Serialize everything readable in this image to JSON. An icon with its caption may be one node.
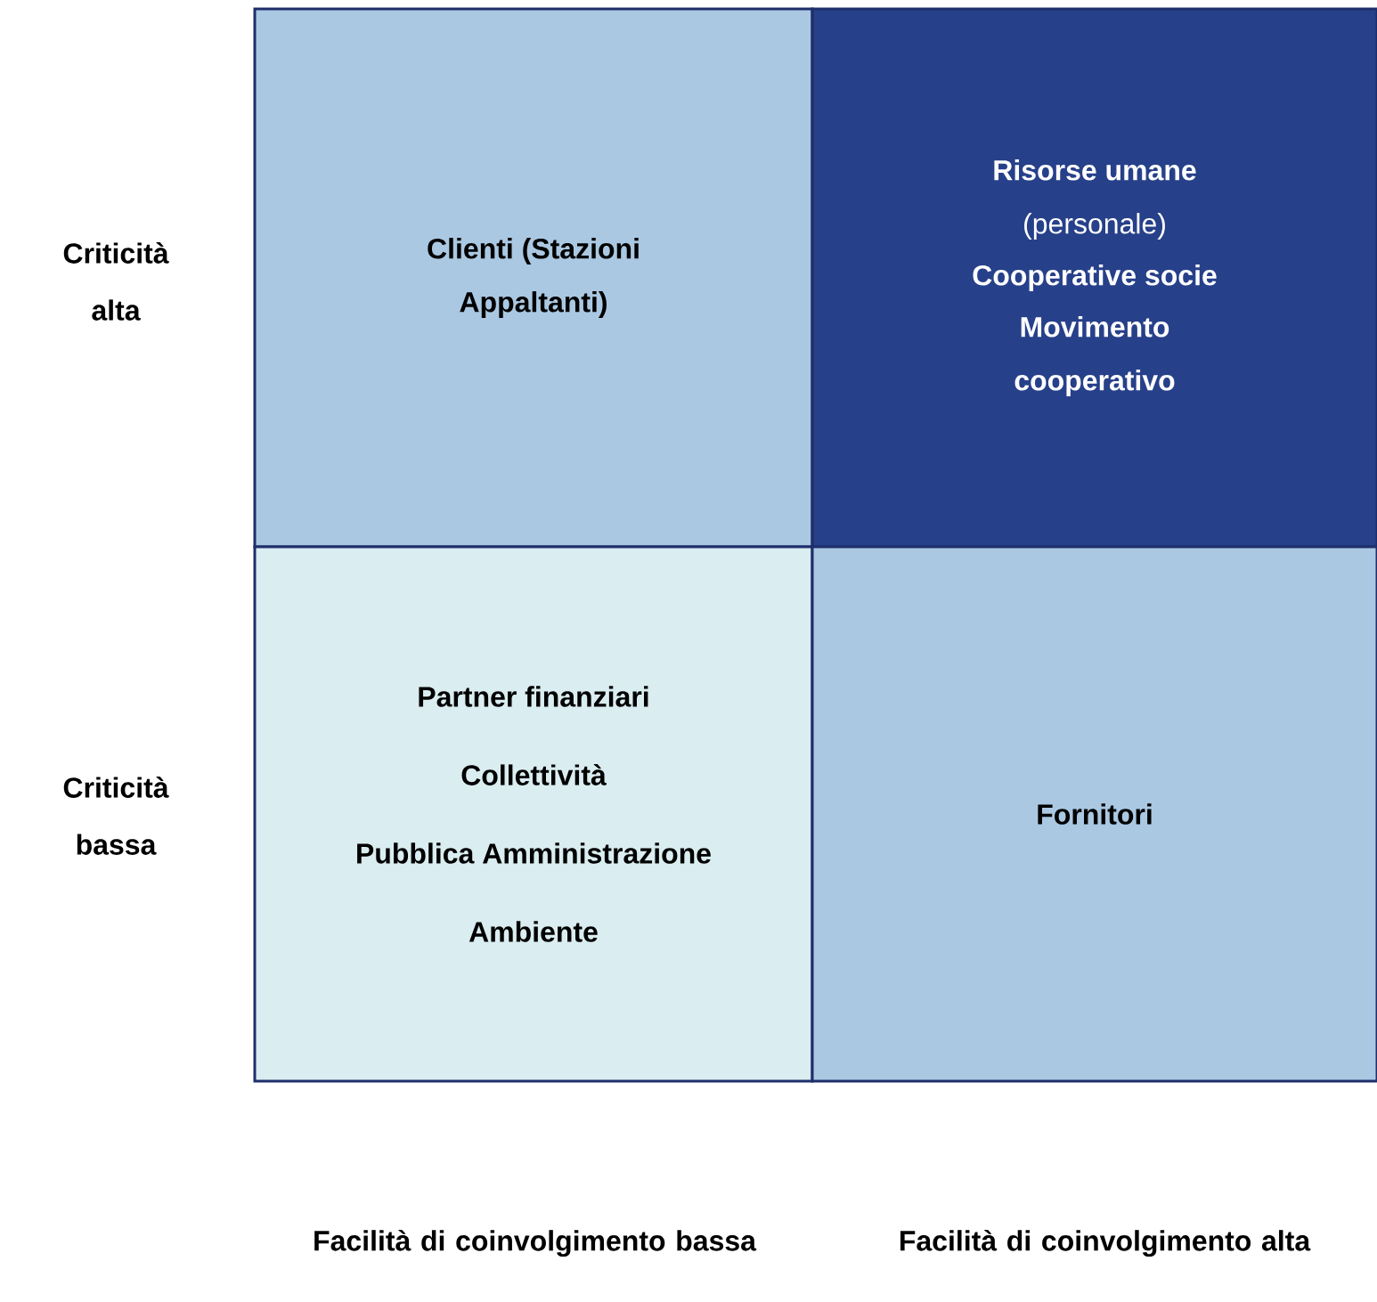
{
  "diagram": {
    "nodes": [
      {
        "text": [
          "Clienti (Stazioni Appaltanti)"
        ]
      },
      {
        "text": [
          "**Risorse umane** (personale)",
          "Cooperative socie",
          "Movimento  cooperativo"
        ]
      },
      {
        "text": [
          "Partner finanziari",
          "Collettività",
          "Pubblica Amministrazione",
          "Ambiente"
        ]
      },
      {
        "text": [
          "Fornitori"
        ]
      }
    ],
    "edges": [],
    "labels": [
      "Criticità alta",
      "Criticità bassa",
      "Facilità di coinvolgimento bassa",
      "Facilità di coinvolgimento alta"
    ]
  }
}
